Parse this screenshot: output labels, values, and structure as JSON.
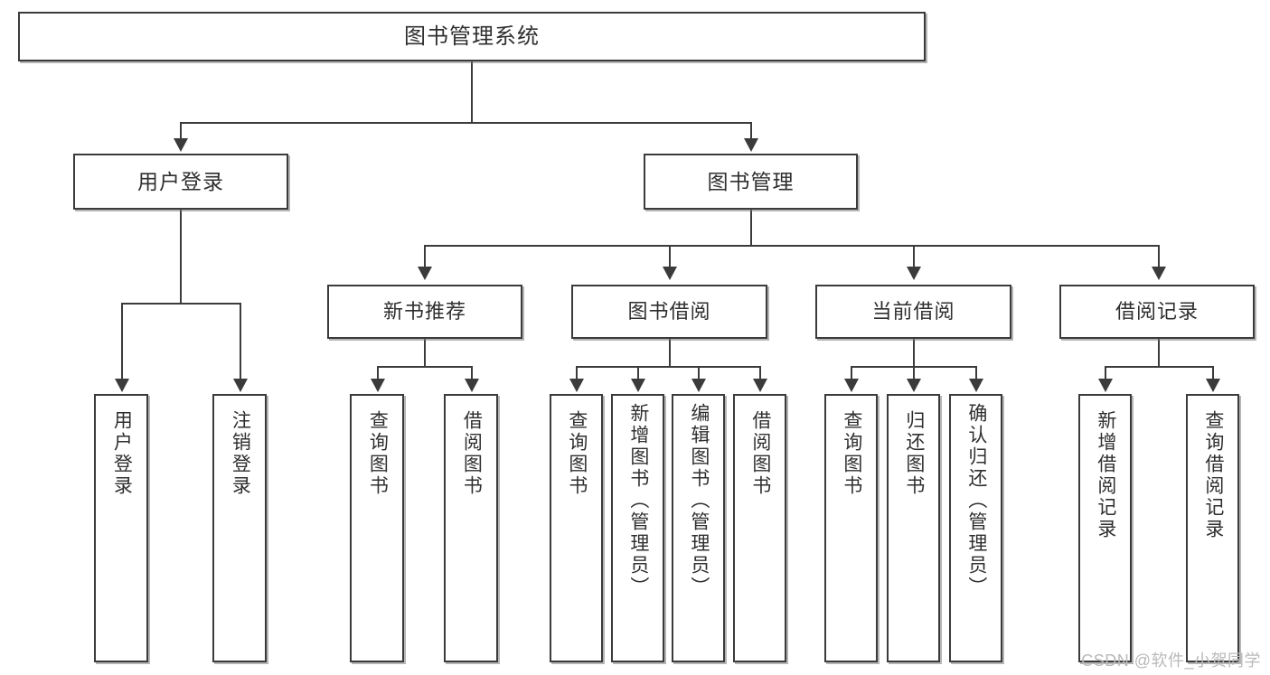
{
  "diagram": {
    "type": "tree",
    "title": "图书管理系统",
    "nodes": {
      "root": {
        "label": "图书管理系统"
      },
      "user_login": {
        "label": "用户登录"
      },
      "book_manage": {
        "label": "图书管理"
      },
      "new_book_rec": {
        "label": "新书推荐"
      },
      "book_borrow": {
        "label": "图书借阅"
      },
      "current_borrow": {
        "label": "当前借阅"
      },
      "borrow_record": {
        "label": "借阅记录"
      },
      "leaf_user_login": {
        "label": "用户登录"
      },
      "leaf_logout": {
        "label": "注销登录"
      },
      "leaf_query_book_1": {
        "label": "查询图书"
      },
      "leaf_borrow_book_1": {
        "label": "借阅图书"
      },
      "leaf_query_book_2": {
        "label": "查询图书"
      },
      "leaf_add_book": {
        "label": "新增图书（管理员）"
      },
      "leaf_edit_book": {
        "label": "编辑图书（管理员）"
      },
      "leaf_borrow_book_2": {
        "label": "借阅图书"
      },
      "leaf_query_book_3": {
        "label": "查询图书"
      },
      "leaf_return_book": {
        "label": "归还图书"
      },
      "leaf_confirm_return": {
        "label": "确认归还（管理员）"
      },
      "leaf_add_record": {
        "label": "新增借阅记录"
      },
      "leaf_query_record": {
        "label": "查询借阅记录"
      }
    },
    "edges": [
      {
        "from": "root",
        "to": "user_login"
      },
      {
        "from": "root",
        "to": "book_manage"
      },
      {
        "from": "user_login",
        "to": "leaf_user_login"
      },
      {
        "from": "user_login",
        "to": "leaf_logout"
      },
      {
        "from": "book_manage",
        "to": "new_book_rec"
      },
      {
        "from": "book_manage",
        "to": "book_borrow"
      },
      {
        "from": "book_manage",
        "to": "current_borrow"
      },
      {
        "from": "book_manage",
        "to": "borrow_record"
      },
      {
        "from": "new_book_rec",
        "to": "leaf_query_book_1"
      },
      {
        "from": "new_book_rec",
        "to": "leaf_borrow_book_1"
      },
      {
        "from": "book_borrow",
        "to": "leaf_query_book_2"
      },
      {
        "from": "book_borrow",
        "to": "leaf_add_book"
      },
      {
        "from": "book_borrow",
        "to": "leaf_edit_book"
      },
      {
        "from": "book_borrow",
        "to": "leaf_borrow_book_2"
      },
      {
        "from": "current_borrow",
        "to": "leaf_query_book_3"
      },
      {
        "from": "current_borrow",
        "to": "leaf_return_book"
      },
      {
        "from": "current_borrow",
        "to": "leaf_confirm_return"
      },
      {
        "from": "borrow_record",
        "to": "leaf_add_record"
      },
      {
        "from": "borrow_record",
        "to": "leaf_query_record"
      }
    ],
    "colors": {
      "box_border": "#3b3b3b",
      "box_fill": "#ffffff",
      "text": "#2f2f2f",
      "connector": "#3b3b3b",
      "watermark": "#b9b9b9"
    }
  },
  "watermark": {
    "text": "CSDN @软件_小贺同学"
  }
}
